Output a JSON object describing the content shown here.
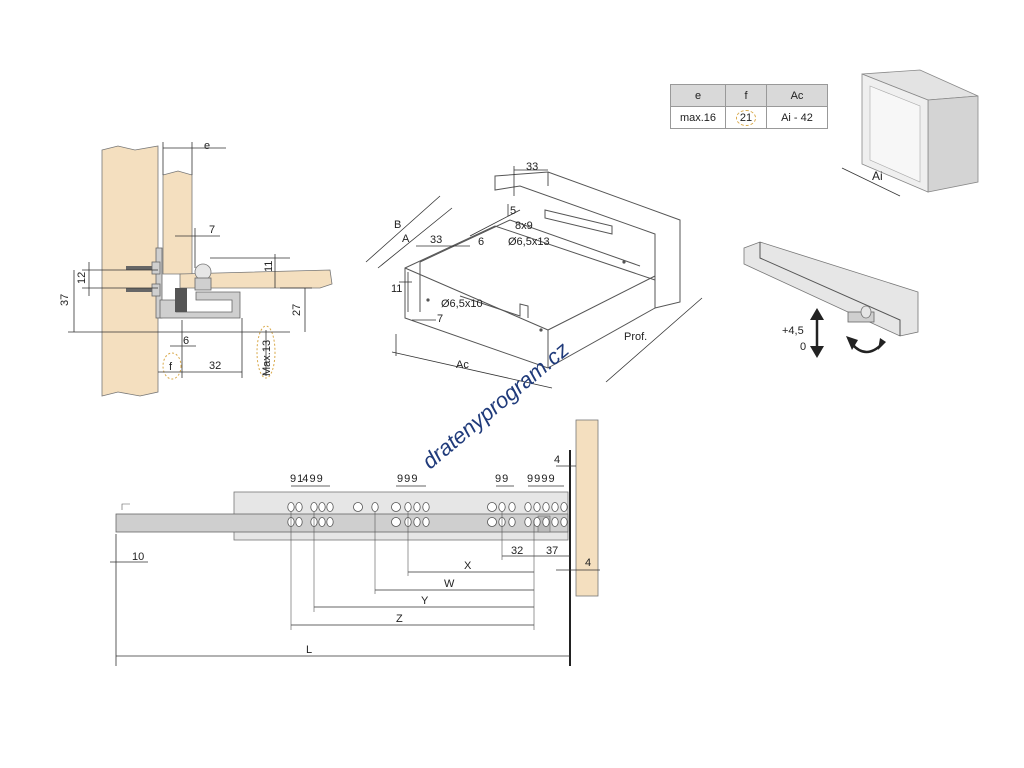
{
  "table": {
    "headers": [
      "e",
      "f",
      "Ac"
    ],
    "values": [
      "max.16",
      "21",
      "Ai - 42"
    ]
  },
  "cabinet": {
    "inner_width_label": "Ai"
  },
  "side_section": {
    "e": "e",
    "d7": "7",
    "d12": "12",
    "d37": "37",
    "d11": "11",
    "d27": "27",
    "d6": "6",
    "f": "f",
    "d32": "32",
    "max13": "Max.13"
  },
  "drawer": {
    "d33_top": "33",
    "d5": "5",
    "hole_8x9": "8x9",
    "hole_65x13": "Ø6,5x13",
    "B": "B",
    "A": "A",
    "d33_left": "33",
    "d6": "6",
    "d11": "11",
    "hole_65x10": "Ø6,5x10",
    "d7": "7",
    "Ac": "Ac",
    "Prof": "Prof."
  },
  "adjuster": {
    "up": "+4,5",
    "zero": "0"
  },
  "slide": {
    "top_groups": [
      "9 14 9 9",
      "9 9 9",
      "9 9",
      "9 9 9 9"
    ],
    "d4_top": "4",
    "d4_right": "4",
    "d10": "10",
    "d32": "32",
    "d37": "37",
    "X": "X",
    "W": "W",
    "Y": "Y",
    "Z": "Z",
    "L": "L"
  },
  "watermark": "dratenyprogram.cz",
  "colors": {
    "wood": "#f4dfbf",
    "metal": "#cfcfcf",
    "watermark": "#1f3a7a",
    "highlight": "#d9a94a"
  }
}
